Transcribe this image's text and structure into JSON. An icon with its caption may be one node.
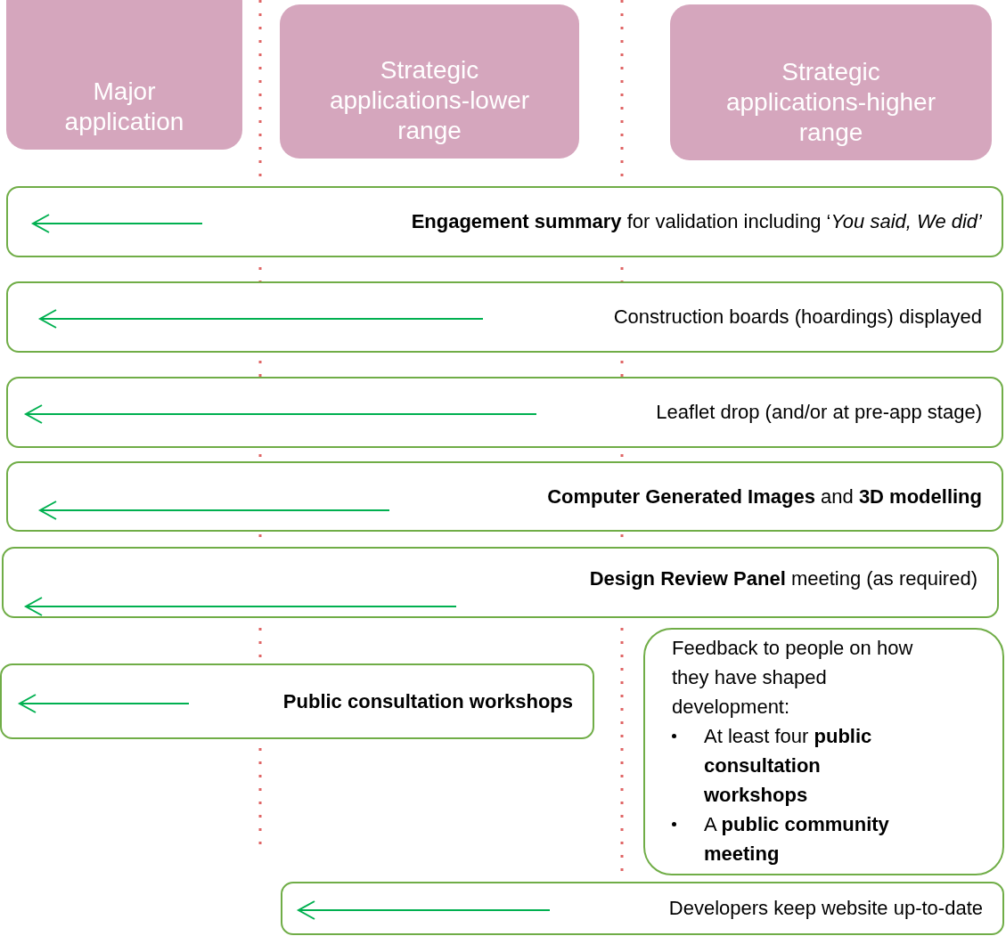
{
  "diagram": {
    "nodes": [
      {
        "text": [
          "Major application"
        ]
      },
      {
        "text": [
          "Strategic applications-lower range"
        ]
      },
      {
        "text": [
          "Strategic applications-higher range"
        ]
      },
      {
        "text": [
          "**Engagement summary** for validation including ‘*You said, We did’*"
        ]
      },
      {
        "text": [
          "Construction boards (hoardings) displayed"
        ]
      },
      {
        "text": [
          "Leaflet drop (and/or at pre-app stage)"
        ]
      },
      {
        "text": [
          "**Computer Generated Images** and **3D modelling**"
        ]
      },
      {
        "text": [
          "**Design Review Panel** meeting (as required)"
        ]
      },
      {
        "text": [
          "**Public consultation workshops**"
        ]
      },
      {
        "text": [
          "Feedback to people on how they have shaped development:",
          "At least four **public consultation workshops**",
          "A **public community meeting**"
        ]
      },
      {
        "text": [
          "Developers keep website up-to-date"
        ]
      }
    ]
  }
}
